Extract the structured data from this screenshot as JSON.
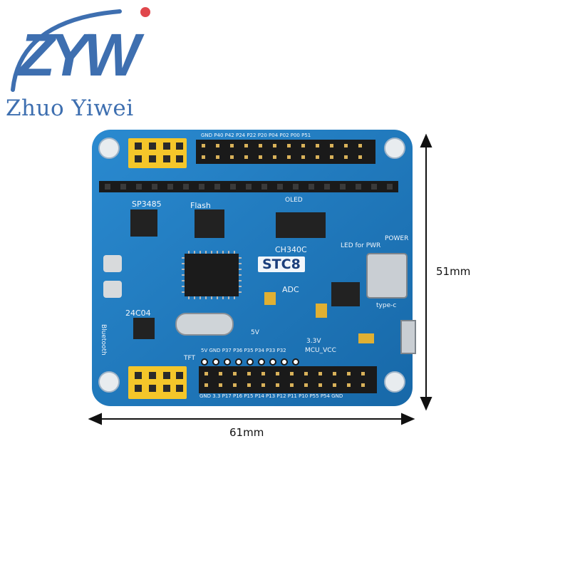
{
  "brand": {
    "name": "Zhuo Yiwei",
    "logo_letters": "ZYW",
    "color": "#3e6fb0"
  },
  "dimensions": {
    "width": "61mm",
    "height": "51mm"
  },
  "board": {
    "color": "#1f7cc0",
    "mcu_label": "STC8",
    "labels": {
      "sp3485": "SP3485",
      "flash": "Flash",
      "ch340c": "CH340C",
      "chip_24c04": "24C04",
      "bluetooth": "Bluetooth",
      "adc": "ADC",
      "mcu_vcc": "MCU_VCC",
      "power": "POWER",
      "type_c": "type-c",
      "tft": "TFT",
      "oled": "OLED",
      "v33": "3.3V",
      "v5": "5V",
      "led_for_pwr": "LED for PWR"
    },
    "top_header_pins": "GND P40 P42 P24 P22 P20 P04 P02 P00 P51",
    "bottom_header_pins": "GND 3.3 P17 P16 P15 P14 P13 P12 P11 P10 P55 P54 GND",
    "mid_header_pins": "5V GND P37 P36 P35 P34 P33 P32"
  }
}
